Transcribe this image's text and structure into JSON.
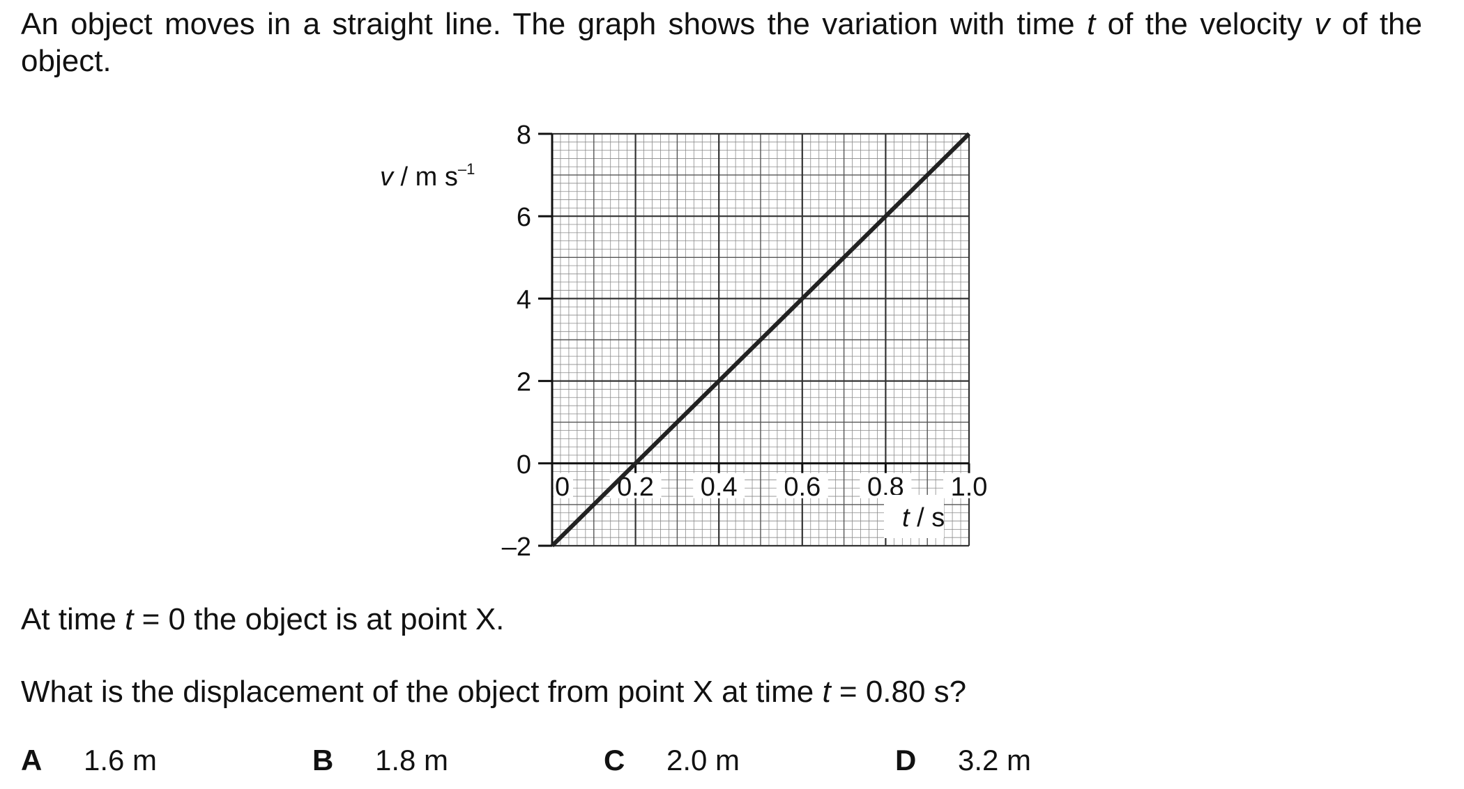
{
  "question": {
    "intro_part1": "An object moves in a straight line. The graph shows the variation with time ",
    "intro_var_t": "t",
    "intro_part2": " of the velocity ",
    "intro_var_v": "v",
    "intro_part3": " of the object.",
    "statement_part1": "At time ",
    "statement_var": "t",
    "statement_part2": " = 0 the object is at point X.",
    "prompt_part1": "What is the displacement of the object from point X at time ",
    "prompt_var": "t",
    "prompt_part2": " = 0.80 s?"
  },
  "options": [
    {
      "letter": "A",
      "value": "1.6 m"
    },
    {
      "letter": "B",
      "value": "1.8 m"
    },
    {
      "letter": "C",
      "value": "2.0 m"
    },
    {
      "letter": "D",
      "value": "3.2 m"
    }
  ],
  "chart_data": {
    "type": "line",
    "title": "",
    "ylabel_var": "v",
    "ylabel_unit": " / m s",
    "ylabel_exp": "–1",
    "xlabel_var": "t",
    "xlabel_unit": " / s",
    "xlim": [
      0,
      1.0
    ],
    "ylim": [
      -2,
      8
    ],
    "x_ticks": [
      "0",
      "0.2",
      "0.4",
      "0.6",
      "0.8",
      "1.0"
    ],
    "x_tick_values": [
      0,
      0.2,
      0.4,
      0.6,
      0.8,
      1.0
    ],
    "y_ticks": [
      "–2",
      "0",
      "2",
      "4",
      "6",
      "8"
    ],
    "y_tick_values": [
      -2,
      0,
      2,
      4,
      6,
      8
    ],
    "grid": true,
    "series": [
      {
        "x": [
          0,
          0.2,
          0.4,
          0.6,
          0.8,
          1.0
        ],
        "y": [
          -2,
          0,
          2,
          4,
          6,
          8
        ]
      }
    ],
    "line_color": "#222222",
    "grid_color": "#555555"
  }
}
